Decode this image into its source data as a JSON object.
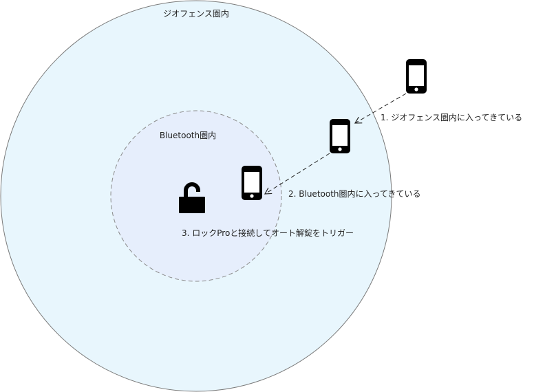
{
  "diagram": {
    "geofence_zone": {
      "label": "ジオフェンス圏内",
      "fill": "#e8f6fd",
      "stroke": "#7a7a7a"
    },
    "bluetooth_zone": {
      "label": "Bluetooth圏内",
      "fill": "#e6eefc",
      "stroke": "#8a8a8a"
    },
    "phones": [
      {
        "id": "outside",
        "icon": "smartphone-icon"
      },
      {
        "id": "geofence",
        "icon": "smartphone-icon"
      },
      {
        "id": "bluetooth",
        "icon": "smartphone-icon"
      }
    ],
    "lock": {
      "icon": "unlocked-padlock-icon"
    },
    "steps": [
      {
        "text": "1. ジオフェンス圏内に入ってきている"
      },
      {
        "text": "2. Bluetooth圏内に入ってきている"
      },
      {
        "text": "3. ロックProと接続してオート解錠をトリガー"
      }
    ],
    "colors": {
      "icon": "#000000",
      "connector": "#222222",
      "text": "#222222"
    }
  }
}
